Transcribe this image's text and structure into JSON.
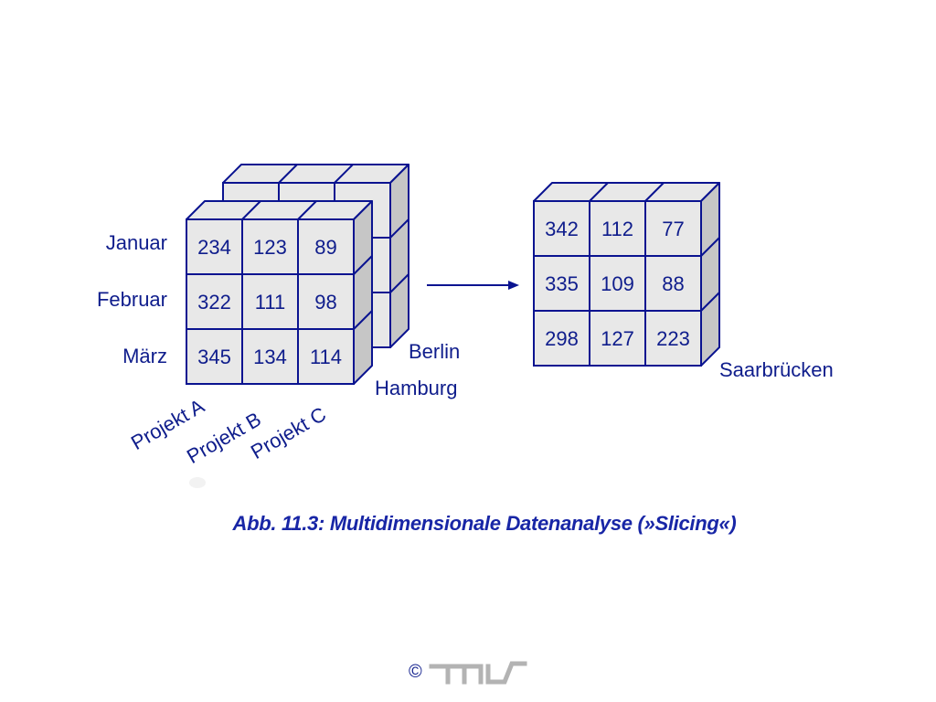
{
  "left_cube": {
    "rows": [
      "Januar",
      "Februar",
      "März"
    ],
    "projects": [
      "Projekt A",
      "Projekt B",
      "Projekt C"
    ],
    "layers": [
      "Hamburg",
      "Berlin"
    ],
    "front_values": [
      [
        "234",
        "123",
        "89"
      ],
      [
        "322",
        "111",
        "98"
      ],
      [
        "345",
        "134",
        "114"
      ]
    ]
  },
  "right_slice": {
    "label": "Saarbrücken",
    "values": [
      [
        "342",
        "112",
        "77"
      ],
      [
        "335",
        "109",
        "88"
      ],
      [
        "298",
        "127",
        "223"
      ]
    ]
  },
  "caption": "Abb. 11.3: Multidimensionale Datenanalyse (»Slicing«)",
  "footer": {
    "copyright": "©",
    "logo": "mis logo"
  },
  "colors": {
    "stroke": "#0a1390",
    "face": "#e8e8e8",
    "side": "#c6c6c6",
    "text": "#0f1d8c"
  }
}
